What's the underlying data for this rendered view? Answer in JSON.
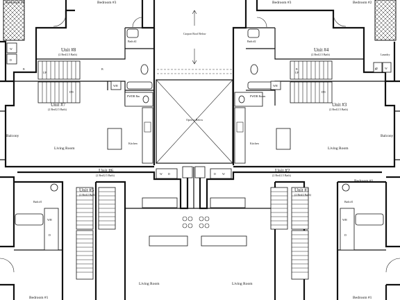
{
  "labels": {
    "bedroom_2_tl": "Bedroom #2",
    "bedroom_3_tl": "Bedroom #3",
    "bedroom_3_tr": "Bedroom #3",
    "bedroom_2_tr": "Bedroom #2",
    "bath_2_left": "Bath #2",
    "bath_2_right": "Bath #2",
    "carport_roof": "Carport Roof Below",
    "open_below": "Open to Below",
    "laundry": "Laundry",
    "unit8": "Unit #8",
    "unit8_sub": "(2 Bed/2.5 Bath)",
    "unit4": "Unit #4",
    "unit4_sub": "(2 Bed/2.5 Bath)",
    "unit7": "Unit #7",
    "unit7_sub": "(2 Bed/2.5 Bath)",
    "unit3": "Unit #3",
    "unit3_sub": "(2 Bed/2.5 Bath)",
    "unit6": "Unit #6",
    "unit6_sub": "(2 Bed/2.5 Bath)",
    "unit2": "Unit #2",
    "unit2_sub": "(2 Bed/2.5 Bath)",
    "unit5": "Unit #5",
    "unit5_sub": "(2 Bed/2 Bath)",
    "unit1": "Unit #1",
    "unit1_sub": "(2 Bed/2 Bath)",
    "powder_left": "PWDR Rm",
    "powder_right": "PWDR Room",
    "balcony_left": "Balcony",
    "balcony_right": "Balcony",
    "living_left_mid": "Living Room",
    "living_right_mid": "Living Room",
    "kitchen_left": "Kitchen",
    "kitchen_right": "Kitchen",
    "bath_1_left": "Bath #1",
    "bath_1_right": "Bath #1",
    "bedroom_1_bl": "Bedroom #1",
    "bedroom_1_br": "Bedroom #1",
    "bedroom_1_tr_low": "Bedroom #1",
    "living_bot_left": "Living Room",
    "living_bot_right": "Living Room",
    "wh": "WH",
    "w": "W",
    "d": "D",
    "up": "UP",
    "dn": "DN",
    "b": "B"
  },
  "colors": {
    "line": "#111111",
    "background": "#ffffff"
  }
}
